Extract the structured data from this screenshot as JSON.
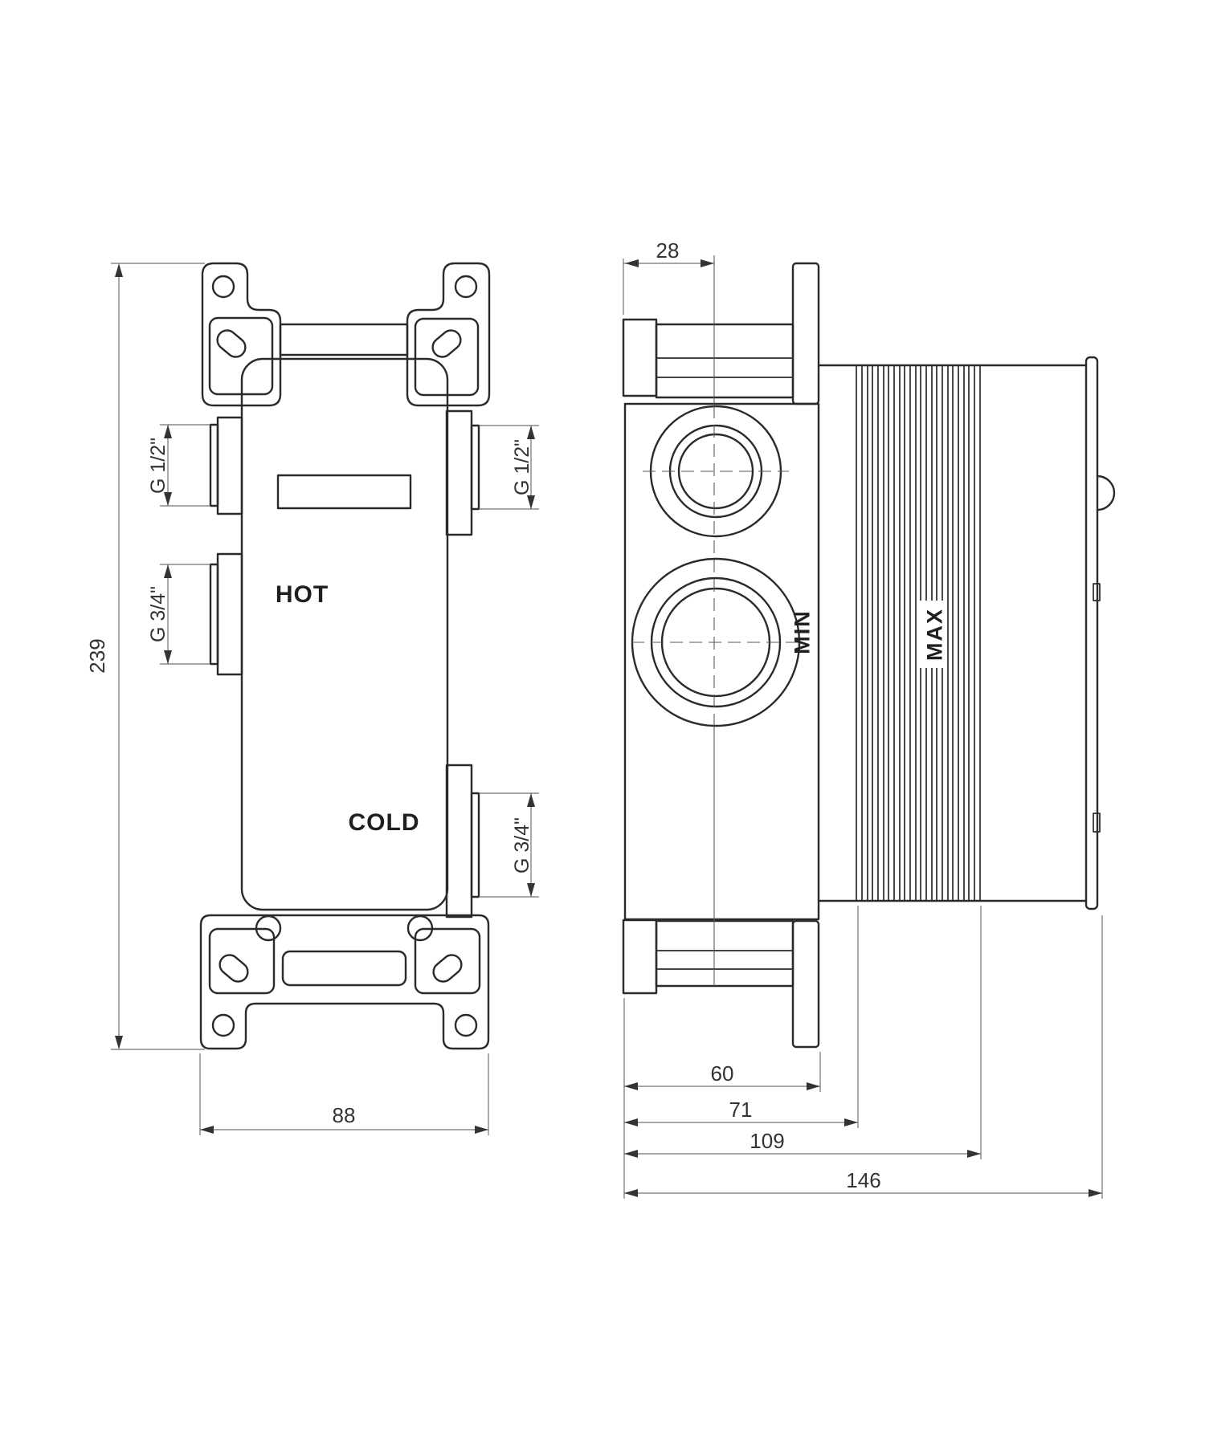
{
  "front_view": {
    "height_dim": "239",
    "width_dim": "88",
    "hot_label": "HOT",
    "cold_label": "COLD",
    "ports": {
      "upper_left": "G 1/2\"",
      "upper_right": "G 1/2\"",
      "lower_left": "G 3/4\"",
      "lower_right": "G 3/4\""
    }
  },
  "side_view": {
    "center_offset_dim": "28",
    "min_label": "MIN",
    "max_label": "MAX",
    "depth_dims": {
      "plate": "60",
      "wall_min": "71",
      "wall_max": "109",
      "total": "146"
    }
  },
  "style": {
    "line_color": "#2a2a2a",
    "dim_color": "#707070",
    "text_color": "#333333",
    "bg_color": "#ffffff"
  }
}
